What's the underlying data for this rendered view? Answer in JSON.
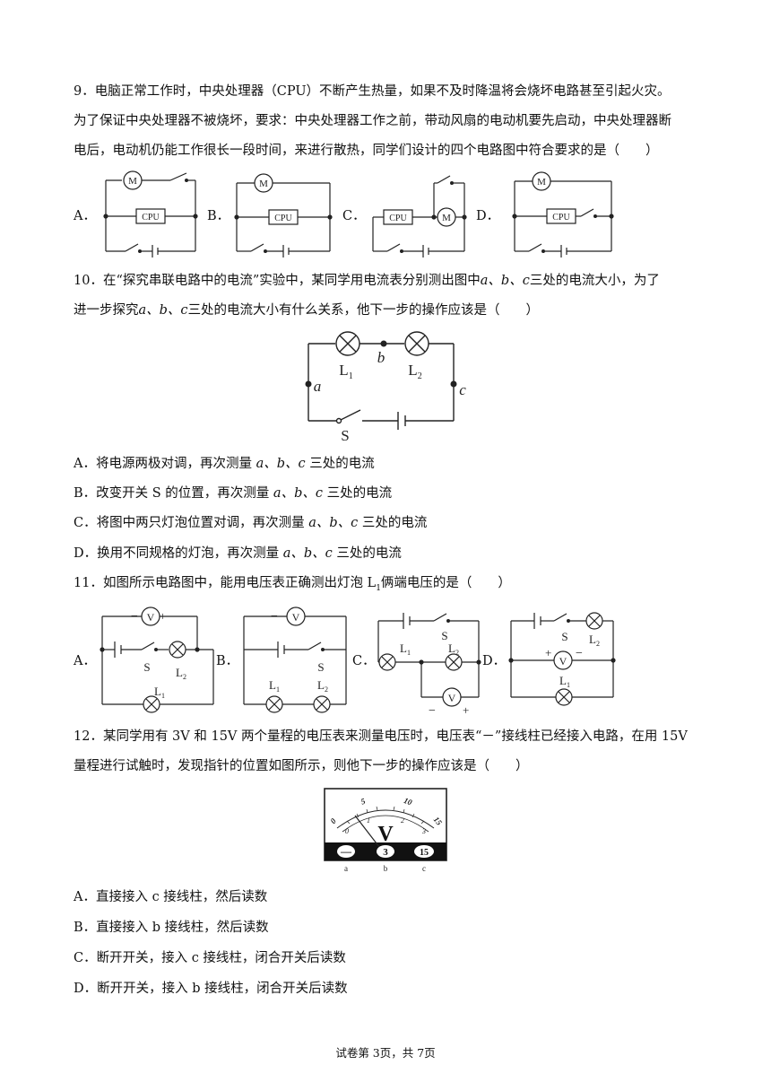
{
  "q9": {
    "line1": "9．电脑正常工作时，中央处理器（CPU）不断产生热量，如果不及时降温将会烧坏电路甚至引起火灾。",
    "line2": "为了保证中央处理器不被烧坏，要求：中央处理器工作之前，带动风扇的电动机要先启动，中央处理器断",
    "line3": "电后，电动机仍能工作很长一段时间，来进行散热，同学们设计的四个电路图中符合要求的是（　　）",
    "opt_a": "A．",
    "opt_b": "B．",
    "opt_c": "C．",
    "opt_d": "D．",
    "motor": "M",
    "cpu": "CPU"
  },
  "q10": {
    "line1_pre": "10．在“探究串联电路中的电流”实验中，某同学用电流表分别测出图中",
    "line1_post": "三处的电流大小，为了",
    "line2_pre": "进一步探究",
    "line2_post": "三处的电流大小有什么关系，他下一步的操作应该是（　　）",
    "abc": "a、b、c",
    "fig": {
      "L1": "L",
      "L1_sub": "1",
      "L2": "L",
      "L2_sub": "2",
      "a": "a",
      "b": "b",
      "c": "c",
      "S": "S"
    },
    "options": [
      {
        "pre": "A．将电源两极对调，再次测量",
        "post": "三处的电流"
      },
      {
        "pre": "B．改变开关 S 的位置，再次测量",
        "post": "三处的电流"
      },
      {
        "pre": "C．将图中两只灯泡位置对调，再次测量",
        "post": "三处的电流"
      },
      {
        "pre": "D．换用不同规格的灯泡，再次测量",
        "post": "三处的电流"
      }
    ]
  },
  "q11": {
    "stem_pre": "11．如图所示电路图中，能用电压表正确测出灯泡 L",
    "stem_sub": "1",
    "stem_post": "俩端电压的是（　　）",
    "opt_a": "A．",
    "opt_b": "B．",
    "opt_c": "C．",
    "opt_d": "D．",
    "meter": "V",
    "minus": "−",
    "plus": "+",
    "S": "S",
    "L": "L",
    "sub1": "1",
    "sub2": "2"
  },
  "q12": {
    "line1": "12．某同学用有 3V 和 15V 两个量程的电压表来测量电压时，电压表“－”接线柱已经接入电路，在用 15V",
    "line2": "量程进行试触时，发现指针的位置如图所示，则他下一步的操作应该是（　　）",
    "meter": {
      "symbol": "V",
      "upper_scale": [
        "0",
        "5",
        "10",
        "15"
      ],
      "lower_scale": [
        "0",
        "1",
        "2",
        "3"
      ],
      "terminals": [
        "—",
        "3",
        "15"
      ],
      "terminal_letters": [
        "a",
        "b",
        "c"
      ]
    },
    "options": [
      "A．直接接入 c 接线柱，然后读数",
      "B．直接接入 b 接线柱，然后读数",
      "C．断开开关，接入 c 接线柱，闭合开关后读数",
      "D．断开开关，接入 b 接线柱，闭合开关后读数"
    ]
  },
  "footer": "试卷第 3页，共 7页"
}
